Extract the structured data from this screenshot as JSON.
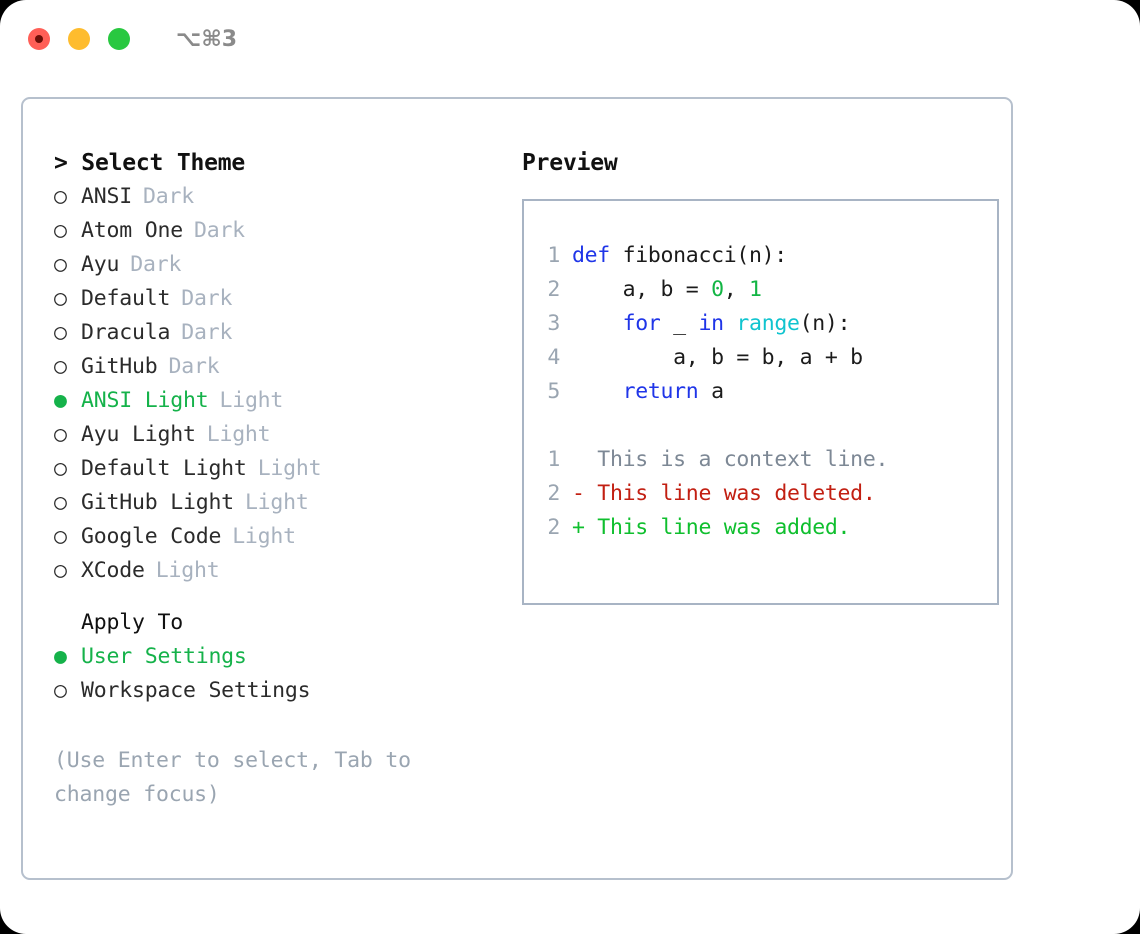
{
  "titlebar": {
    "shortcut": "⌥⌘3",
    "buttons": [
      {
        "name": "close-button",
        "color": "#ff5f57"
      },
      {
        "name": "minimize-button",
        "color": "#febc2e"
      },
      {
        "name": "maximize-button",
        "color": "#28c840"
      }
    ]
  },
  "theme_panel": {
    "header": "> Select Theme",
    "items": [
      {
        "marker": "○",
        "label": "ANSI",
        "tag": "Dark",
        "selected": false
      },
      {
        "marker": "○",
        "label": "Atom One",
        "tag": "Dark",
        "selected": false
      },
      {
        "marker": "○",
        "label": "Ayu",
        "tag": "Dark",
        "selected": false
      },
      {
        "marker": "○",
        "label": "Default",
        "tag": "Dark",
        "selected": false
      },
      {
        "marker": "○",
        "label": "Dracula",
        "tag": "Dark",
        "selected": false
      },
      {
        "marker": "○",
        "label": "GitHub",
        "tag": "Dark",
        "selected": false
      },
      {
        "marker": "●",
        "label": "ANSI Light",
        "tag": "Light",
        "selected": true
      },
      {
        "marker": "○",
        "label": "Ayu Light",
        "tag": "Light",
        "selected": false
      },
      {
        "marker": "○",
        "label": "Default Light",
        "tag": "Light",
        "selected": false
      },
      {
        "marker": "○",
        "label": "GitHub Light",
        "tag": "Light",
        "selected": false
      },
      {
        "marker": "○",
        "label": "Google Code",
        "tag": "Light",
        "selected": false
      },
      {
        "marker": "○",
        "label": "XCode",
        "tag": "Light",
        "selected": false
      }
    ]
  },
  "apply_to": {
    "title": "Apply To",
    "items": [
      {
        "marker": "●",
        "label": "User Settings",
        "selected": true
      },
      {
        "marker": "○",
        "label": "Workspace Settings",
        "selected": false
      }
    ]
  },
  "hint": "(Use Enter to select, Tab to change focus)",
  "preview": {
    "title": "Preview",
    "code_lines": [
      {
        "lineno": "1",
        "tokens": [
          {
            "t": "def",
            "c": "kw"
          },
          {
            "t": " fibonacci(n):",
            "c": "plain"
          }
        ]
      },
      {
        "lineno": "2",
        "tokens": [
          {
            "t": "    a, b = ",
            "c": "plain"
          },
          {
            "t": "0",
            "c": "num"
          },
          {
            "t": ", ",
            "c": "plain"
          },
          {
            "t": "1",
            "c": "num"
          }
        ]
      },
      {
        "lineno": "3",
        "tokens": [
          {
            "t": "    ",
            "c": "plain"
          },
          {
            "t": "for",
            "c": "kw"
          },
          {
            "t": " _ ",
            "c": "plain"
          },
          {
            "t": "in",
            "c": "kw"
          },
          {
            "t": " ",
            "c": "plain"
          },
          {
            "t": "range",
            "c": "fn"
          },
          {
            "t": "(n):",
            "c": "plain"
          }
        ]
      },
      {
        "lineno": "4",
        "tokens": [
          {
            "t": "        a, b = b, a + b",
            "c": "plain"
          }
        ]
      },
      {
        "lineno": "5",
        "tokens": [
          {
            "t": "    ",
            "c": "plain"
          },
          {
            "t": "return",
            "c": "kw"
          },
          {
            "t": " a",
            "c": "plain"
          }
        ]
      }
    ],
    "diff_lines": [
      {
        "lineno": "1",
        "sign": "  ",
        "text": "This is a context line.",
        "kind": "ctx"
      },
      {
        "lineno": "2",
        "sign": "- ",
        "text": "This line was deleted.",
        "kind": "del"
      },
      {
        "lineno": "2",
        "sign": "+ ",
        "text": "This line was added.",
        "kind": "add"
      }
    ]
  }
}
